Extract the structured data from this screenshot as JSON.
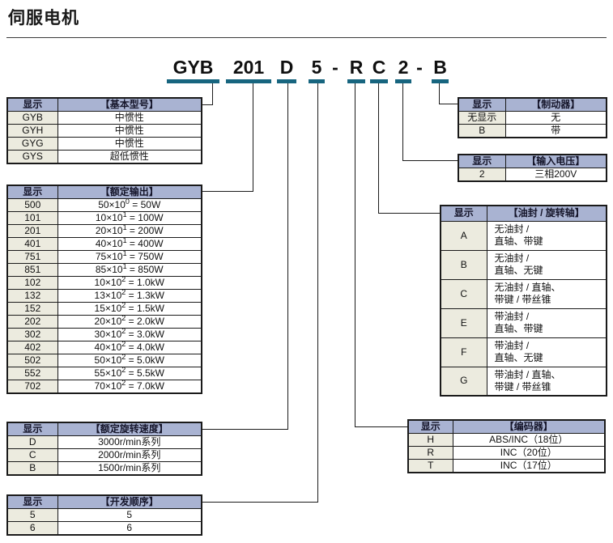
{
  "page": {
    "title": "伺服电机"
  },
  "colors": {
    "accent_underline": "#17657f",
    "table_header_bg": "#a9b3d2",
    "table_code_col_bg": "#ecebdf",
    "table_border": "#1a1a1a"
  },
  "model": {
    "full_code": "GYB 201 D 5 - R C 2 - B",
    "segments": [
      {
        "text": "GYB",
        "underline": true
      },
      {
        "text": "201",
        "underline": true
      },
      {
        "text": "D",
        "underline": true
      },
      {
        "text": "5",
        "underline": true
      },
      {
        "text": "-",
        "underline": false
      },
      {
        "text": "R",
        "underline": true
      },
      {
        "text": "C",
        "underline": true
      },
      {
        "text": "2",
        "underline": true
      },
      {
        "text": "-",
        "underline": false
      },
      {
        "text": "B",
        "underline": true
      }
    ]
  },
  "tables": {
    "basic_model": {
      "header": [
        "显示",
        "【基本型号】"
      ],
      "rows": [
        [
          "GYB",
          "中惯性"
        ],
        [
          "GYH",
          "中惯性"
        ],
        [
          "GYG",
          "中惯性"
        ],
        [
          "GYS",
          "超低惯性"
        ]
      ]
    },
    "rated_output": {
      "header": [
        "显示",
        "【额定输出】"
      ],
      "rows": [
        [
          "500",
          "50×10^0 = 50W"
        ],
        [
          "101",
          "10×10^1 = 100W"
        ],
        [
          "201",
          "20×10^1 = 200W"
        ],
        [
          "401",
          "40×10^1 = 400W"
        ],
        [
          "751",
          "75×10^1 = 750W"
        ],
        [
          "851",
          "85×10^1 = 850W"
        ],
        [
          "102",
          "10×10^2 = 1.0kW"
        ],
        [
          "132",
          "13×10^2 = 1.3kW"
        ],
        [
          "152",
          "15×10^2 = 1.5kW"
        ],
        [
          "202",
          "20×10^2 = 2.0kW"
        ],
        [
          "302",
          "30×10^2 = 3.0kW"
        ],
        [
          "402",
          "40×10^2 = 4.0kW"
        ],
        [
          "502",
          "50×10^2 = 5.0kW"
        ],
        [
          "552",
          "55×10^2 = 5.5kW"
        ],
        [
          "702",
          "70×10^2 = 7.0kW"
        ]
      ]
    },
    "rated_speed": {
      "header": [
        "显示",
        "【额定旋转速度】"
      ],
      "rows": [
        [
          "D",
          "3000r/min系列"
        ],
        [
          "C",
          "2000r/min系列"
        ],
        [
          "B",
          "1500r/min系列"
        ]
      ]
    },
    "dev_order": {
      "header": [
        "显示",
        "【开发顺序】"
      ],
      "rows": [
        [
          "5",
          "5"
        ],
        [
          "6",
          "6"
        ]
      ]
    },
    "brake": {
      "header": [
        "显示",
        "【制动器】"
      ],
      "rows": [
        [
          "无显示",
          "无"
        ],
        [
          "B",
          "带"
        ]
      ]
    },
    "input_voltage": {
      "header": [
        "显示",
        "【输入电压】"
      ],
      "rows": [
        [
          "2",
          "三相200V"
        ]
      ]
    },
    "oil_seal_shaft": {
      "header": [
        "显示",
        "【油封 / 旋转轴】"
      ],
      "rows": [
        [
          "A",
          "无油封 /\n直轴、带键"
        ],
        [
          "B",
          "无油封 /\n直轴、无键"
        ],
        [
          "C",
          "无油封 / 直轴、\n带键 / 带丝锥"
        ],
        [
          "E",
          "带油封 /\n直轴、带键"
        ],
        [
          "F",
          "带油封 /\n直轴、无键"
        ],
        [
          "G",
          "带油封 / 直轴、\n带键 / 带丝锥"
        ]
      ]
    },
    "encoder": {
      "header": [
        "显示",
        "【编码器】"
      ],
      "rows": [
        [
          "H",
          "ABS/INC（18位）"
        ],
        [
          "R",
          "INC（20位）"
        ],
        [
          "T",
          "INC（17位）"
        ]
      ]
    }
  }
}
